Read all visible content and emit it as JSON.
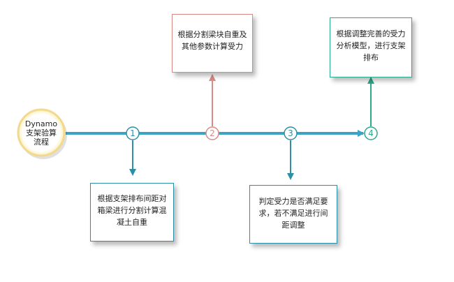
{
  "start": {
    "label": "Dynamo\n支架验算\n流程"
  },
  "steps": [
    {
      "number": "1",
      "text": "根据支架排布间距对\n箱梁进行分割计算混\n凝土自重",
      "color": "#2c8fa6",
      "direction": "down"
    },
    {
      "number": "2",
      "text": "根据分割梁块自重及\n其他参数计算受力",
      "color": "#d98a84",
      "direction": "up"
    },
    {
      "number": "3",
      "text": "判定受力是否满足要\n求，若不满足进行间\n距调整",
      "color": "#2c8fa6",
      "direction": "down"
    },
    {
      "number": "4",
      "text": "根据调整完善的受力\n分析模型，进行支架\n排布",
      "color": "#2aa98d",
      "direction": "up"
    }
  ],
  "colors": {
    "timeline": "#3da3c4",
    "teal": "#2c8fa6",
    "red": "#d98a84",
    "green": "#2aa98d",
    "start_border": "#f2d98c"
  }
}
